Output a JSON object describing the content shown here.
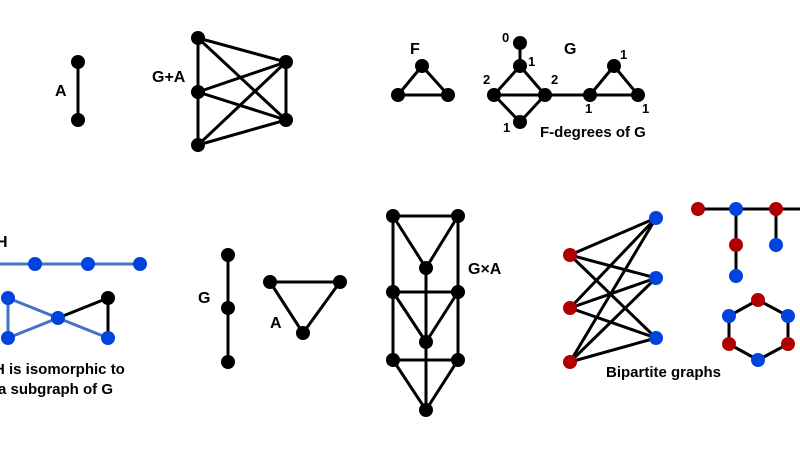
{
  "colors": {
    "black": "#000000",
    "blue": "#0044dd",
    "red": "#b00000",
    "blue_edge": "#4472c4"
  },
  "labels": {
    "a_top": "A",
    "g_plus_a": "G+A",
    "f": "F",
    "g_top": "G",
    "f_degrees": "F-degrees of G",
    "h": "H",
    "h_caption_line1": "H is isomorphic to",
    "h_caption_line2": "a subgraph of G",
    "g_mid": "G",
    "a_mid": "A",
    "g_times_a": "G×A",
    "bipartite": "Bipartite graphs"
  },
  "degrees": {
    "top_vertex": "0",
    "upper": "1",
    "left": "2",
    "right": "2",
    "lower": "1",
    "tri_left": "1",
    "tri_top": "1",
    "tri_right": "1"
  }
}
